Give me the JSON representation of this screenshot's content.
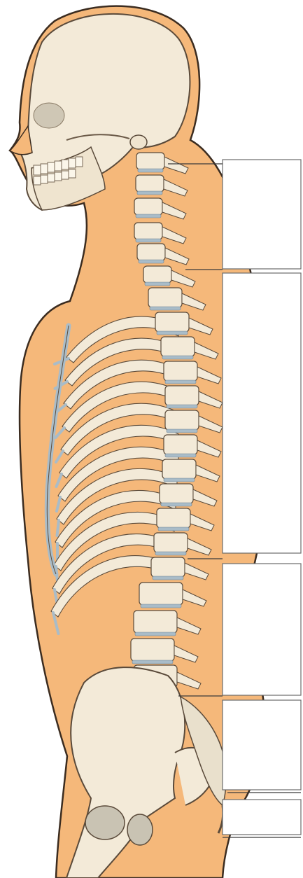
{
  "figure": {
    "description_visible_text": "",
    "label_boxes": [
      {
        "id": "cervical",
        "text": ""
      },
      {
        "id": "thoracic",
        "text": ""
      },
      {
        "id": "lumbar",
        "text": ""
      },
      {
        "id": "sacrum",
        "text": ""
      },
      {
        "id": "coccyx",
        "text": ""
      }
    ]
  },
  "colors": {
    "skin": "#f5b87a",
    "bone": "#f3ead8",
    "bone_outline": "#5a4a3a",
    "disc": "#a9bcc8",
    "body_outline": "#3b2c20",
    "box_stroke": "#6b6b6b"
  }
}
